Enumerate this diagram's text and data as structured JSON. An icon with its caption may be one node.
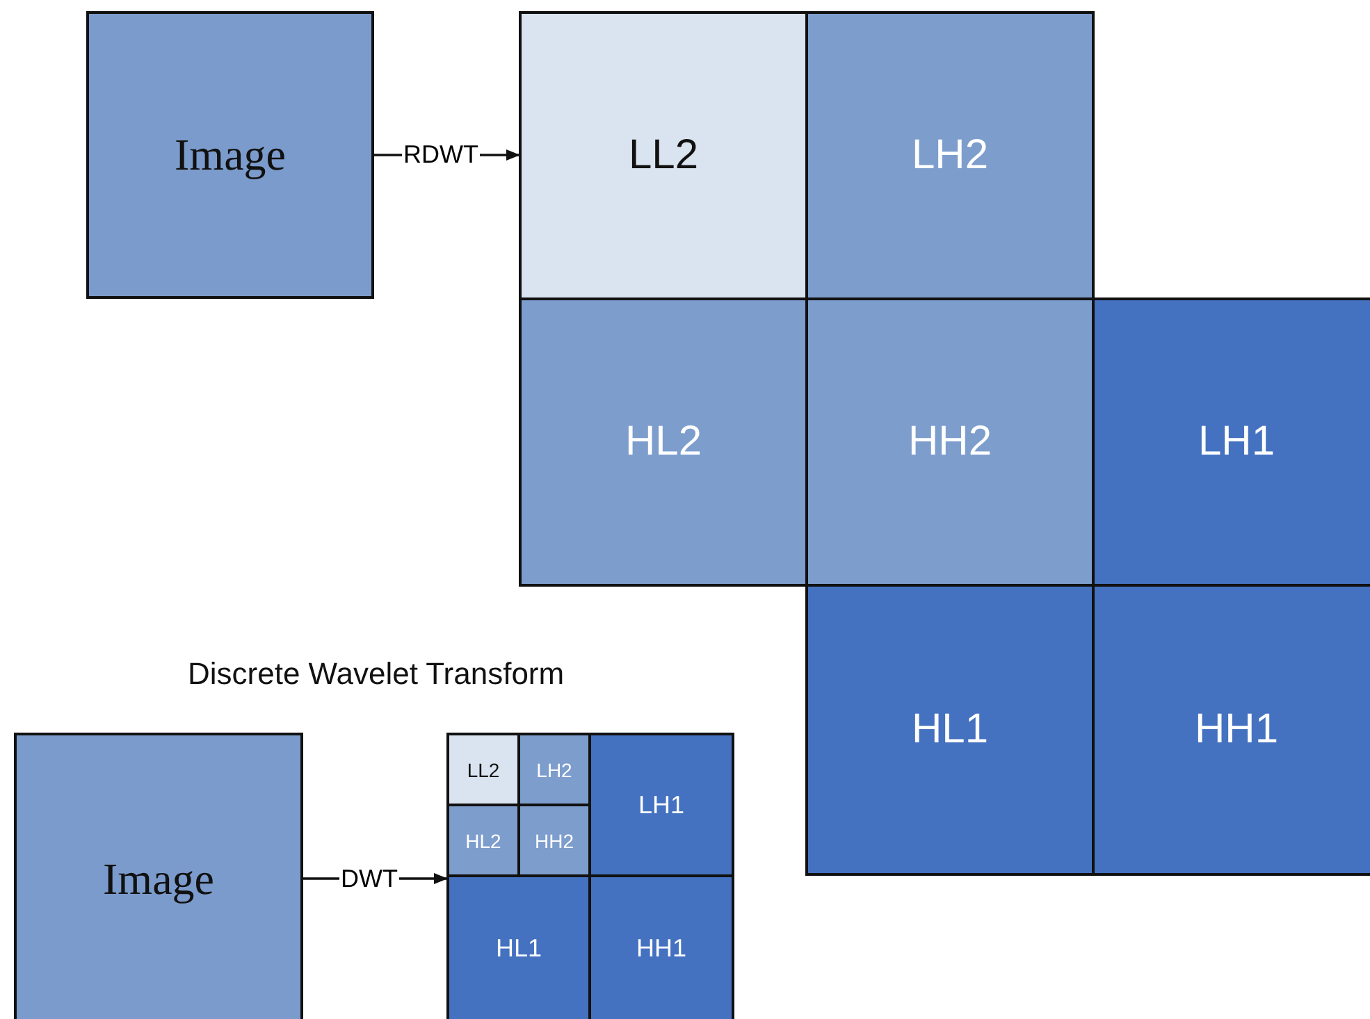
{
  "diagram": {
    "nodes": [
      {
        "text": [
          "Image"
        ]
      },
      {
        "text": [
          "LL2"
        ]
      },
      {
        "text": [
          "LH2"
        ]
      },
      {
        "text": [
          "HL2"
        ]
      },
      {
        "text": [
          "HH2"
        ]
      },
      {
        "text": [
          "LH1"
        ]
      },
      {
        "text": [
          "HL1"
        ]
      },
      {
        "text": [
          "HH1"
        ]
      },
      {
        "text": [
          "Image"
        ]
      },
      {
        "text": [
          "LL2"
        ]
      },
      {
        "text": [
          "LH2"
        ]
      },
      {
        "text": [
          "HL2"
        ]
      },
      {
        "text": [
          "HH2"
        ]
      },
      {
        "text": [
          "LH1"
        ]
      },
      {
        "text": [
          "HL1"
        ]
      },
      {
        "text": [
          "HH1"
        ]
      }
    ],
    "edges": [
      {
        "from": 0,
        "to": 1,
        "label": "RDWT",
        "arrow": "to"
      },
      {
        "from": 8,
        "to": 14,
        "label": "DWT",
        "arrow": "to"
      }
    ],
    "labels": [
      "Discrete Wavelet Transform"
    ]
  }
}
